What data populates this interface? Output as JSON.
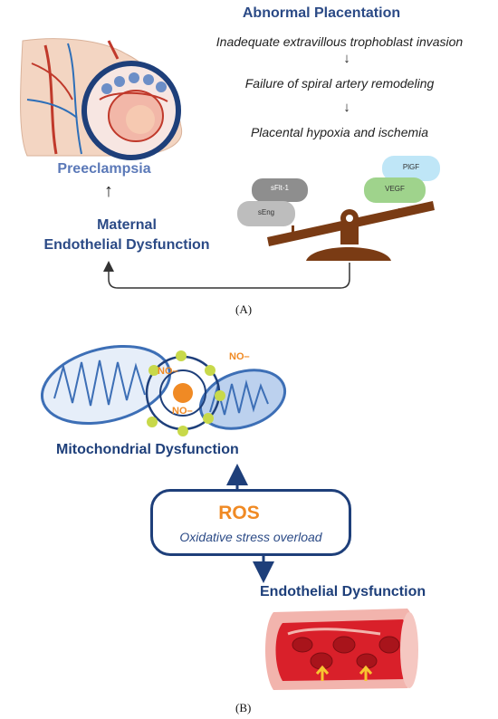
{
  "panel_a": {
    "title": "Abnormal Placentation",
    "steps": [
      "Inadequate extravillous trophoblast invasion",
      "Failure of spiral artery remodeling",
      "Placental hypoxia and ischemia"
    ],
    "step_arrow": "↓",
    "preeclampsia": "Preeclampsia",
    "up_arrow": "↑",
    "maternal_line1": "Maternal",
    "maternal_line2": "Endothelial Dysfunction",
    "balance_left": [
      "sFlt-1",
      "sEng"
    ],
    "balance_right": [
      "PlGF",
      "VEGF"
    ],
    "label": "(A)"
  },
  "panel_b": {
    "mito_title": "Mitochondrial Dysfunction",
    "ros": "ROS",
    "ros_sub": "Oxidative stress overload",
    "endo_title": "Endothelial Dysfunction",
    "no_labels": [
      "NO–",
      "NO–",
      "NO–"
    ],
    "label": "(B)"
  },
  "colors": {
    "navy": "#1e3f7a",
    "orange": "#f08a24",
    "light_blue": "#5b79b8",
    "brown": "#7a3b14",
    "vessel_red": "#d9202a",
    "mito_blue": "#3d6fb6",
    "particle_green": "#c8d94a"
  }
}
